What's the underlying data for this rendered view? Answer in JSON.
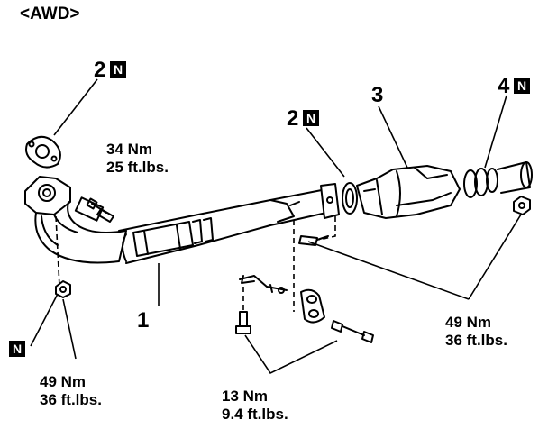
{
  "title": "<AWD>",
  "new_part_mark": "N",
  "callouts": {
    "part1": "1",
    "part2_gasket_left": "2",
    "part2_gasket_mid": "2",
    "part3": "3",
    "part4": "4"
  },
  "torques": {
    "bolt_front": {
      "nm": "34 Nm",
      "ftlbs": "25 ft.lbs."
    },
    "nut_front": {
      "nm": "49 Nm",
      "ftlbs": "36 ft.lbs."
    },
    "bracket": {
      "nm": "13 Nm",
      "ftlbs": "9.4 ft.lbs."
    },
    "nut_rear": {
      "nm": "49 Nm",
      "ftlbs": "36 ft.lbs."
    }
  }
}
